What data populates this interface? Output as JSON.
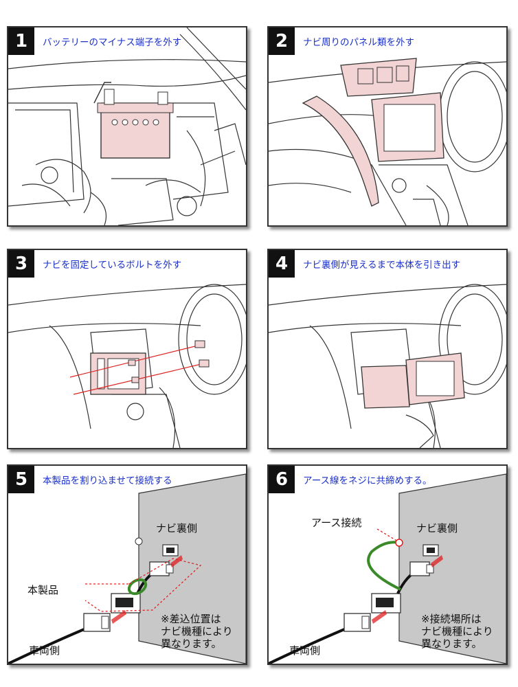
{
  "steps": [
    {
      "number": "1",
      "title": "バッテリーのマイナス端子を外す"
    },
    {
      "number": "2",
      "title": "ナビ周りのパネル類を外す"
    },
    {
      "number": "3",
      "title": "ナビを固定しているボルトを外す"
    },
    {
      "number": "4",
      "title": "ナビ裏側が見えるまで本体を引き出す"
    },
    {
      "number": "5",
      "title": "本製品を割り込ませて接続する"
    },
    {
      "number": "6",
      "title": "アース線をネジに共締めする。"
    }
  ],
  "step5": {
    "navi_back_label": "ナビ裏側",
    "product_label": "本製品",
    "vehicle_label": "車両側",
    "note_lines": [
      "※差込位置は",
      "ナビ機種により",
      "異なります。"
    ]
  },
  "step6": {
    "earth_label": "アース接続",
    "navi_back_label": "ナビ裏側",
    "vehicle_label": "車両側",
    "note_lines": [
      "※接続場所は",
      "ナビ機種により",
      "異なります。"
    ]
  },
  "colors": {
    "title_text": "#1a2fc8",
    "highlight_pink": "#f2d4d4",
    "wire_green": "#3a8a2a",
    "arrow_red": "#e02020"
  }
}
